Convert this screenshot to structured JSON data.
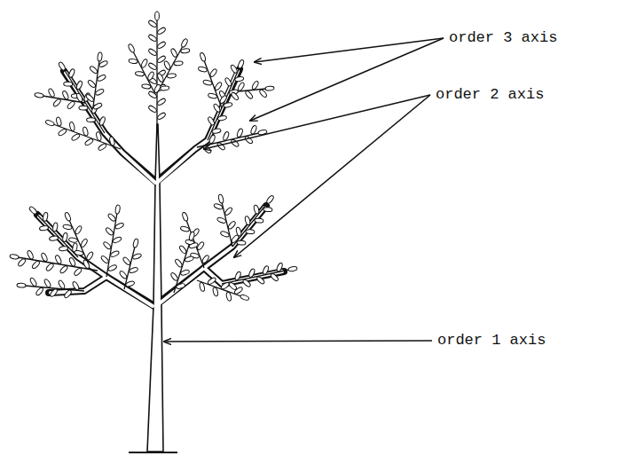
{
  "diagram": {
    "labels": [
      "order 3 axis",
      "order 2 axis",
      "order 1 axis"
    ]
  }
}
